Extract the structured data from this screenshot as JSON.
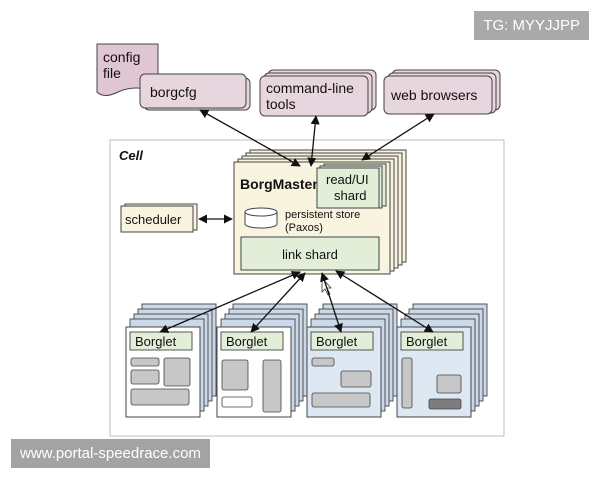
{
  "watermarks": {
    "top": "TG: MYYJJPP",
    "bottom": "www.portal-speedrace.com"
  },
  "diagram": {
    "clients": {
      "config_file": [
        "config",
        "file"
      ],
      "borgcfg": "borgcfg",
      "cli": [
        "command-line",
        "tools"
      ],
      "web": "web browsers"
    },
    "cell_label": "Cell",
    "master": {
      "title": "BorgMaster",
      "readui": [
        "read/UI",
        "shard"
      ],
      "store": [
        "persistent store",
        "(Paxos)"
      ],
      "link": "link shard"
    },
    "scheduler": "scheduler",
    "borglet_label": "Borglet",
    "colors": {
      "client_fill": "#e8d6df",
      "master_fill": "#f8f4df",
      "link_fill": "#e3eed9",
      "cell_border": "#bcbcbc",
      "machine_fill": "#cbd8e8",
      "machine_face": "#ffffff",
      "machine_face_blue": "#dde8f3",
      "task_gray": "#c7c7c7",
      "task_dark": "#7d7d7d"
    }
  }
}
